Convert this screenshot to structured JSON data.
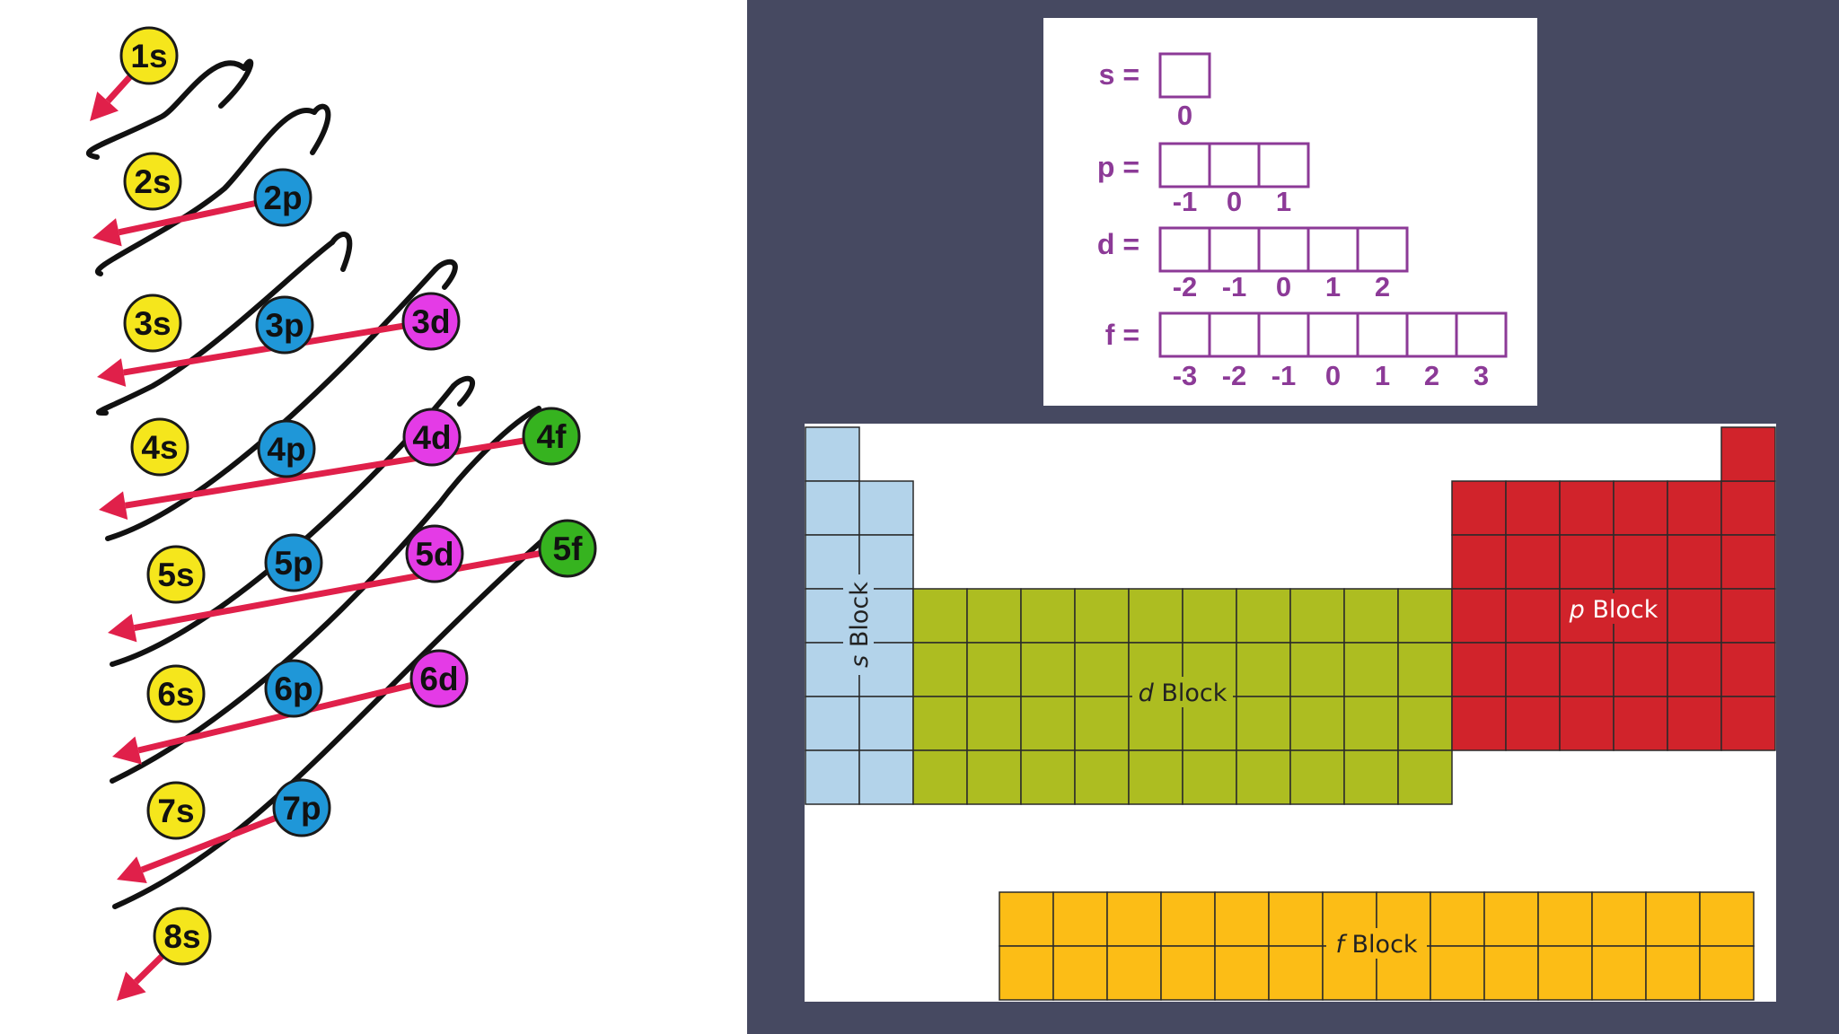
{
  "aufbau": {
    "orbitals": [
      {
        "label": "1s",
        "type": "s"
      },
      {
        "label": "2s",
        "type": "s"
      },
      {
        "label": "2p",
        "type": "p"
      },
      {
        "label": "3s",
        "type": "s"
      },
      {
        "label": "3p",
        "type": "p"
      },
      {
        "label": "3d",
        "type": "d"
      },
      {
        "label": "4s",
        "type": "s"
      },
      {
        "label": "4p",
        "type": "p"
      },
      {
        "label": "4d",
        "type": "d"
      },
      {
        "label": "4f",
        "type": "f"
      },
      {
        "label": "5s",
        "type": "s"
      },
      {
        "label": "5p",
        "type": "p"
      },
      {
        "label": "5d",
        "type": "d"
      },
      {
        "label": "5f",
        "type": "f"
      },
      {
        "label": "6s",
        "type": "s"
      },
      {
        "label": "6p",
        "type": "p"
      },
      {
        "label": "6d",
        "type": "d"
      },
      {
        "label": "7s",
        "type": "s"
      },
      {
        "label": "7p",
        "type": "p"
      },
      {
        "label": "8s",
        "type": "s"
      }
    ],
    "colors": {
      "s": "#f5e61c",
      "p": "#1f97d8",
      "d": "#e43be6",
      "f": "#36b31f",
      "arrow": "#e0204a",
      "path": "#111111"
    }
  },
  "orbital_boxes": {
    "rows": [
      {
        "letter": "s",
        "eq": "s =",
        "values": [
          "0"
        ]
      },
      {
        "letter": "p",
        "eq": "p =",
        "values": [
          "-1",
          "0",
          "1"
        ]
      },
      {
        "letter": "d",
        "eq": "d =",
        "values": [
          "-2",
          "-1",
          "0",
          "1",
          "2"
        ]
      },
      {
        "letter": "f",
        "eq": "f =",
        "values": [
          "-3",
          "-2",
          "-1",
          "0",
          "1",
          "2",
          "3"
        ]
      }
    ],
    "color": "#8c3a97"
  },
  "periodic_blocks": {
    "s": {
      "italic": "s",
      "text": " Block",
      "color": "#b3d3ea"
    },
    "d": {
      "italic": "d",
      "text": " Block",
      "color": "#adbd21"
    },
    "p": {
      "italic": "p",
      "text": " Block",
      "color": "#d1232b"
    },
    "f": {
      "italic": "f",
      "text": " Block",
      "color": "#fcbd16"
    }
  }
}
